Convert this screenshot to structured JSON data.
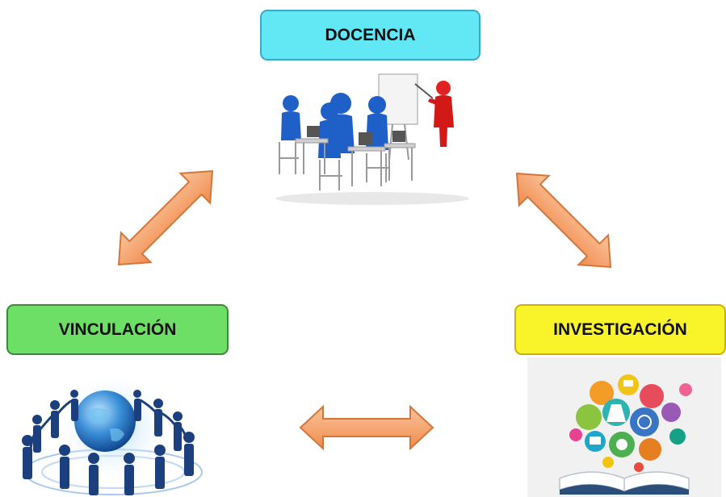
{
  "nodes": {
    "docencia": {
      "label": "DOCENCIA",
      "color": "#62e8f4",
      "icon": "classroom-teacher-illustration"
    },
    "vinculacion": {
      "label": "VINCULACIÓN",
      "color": "#6edf66",
      "icon": "people-around-globe-illustration"
    },
    "investigacion": {
      "label": "INVESTIGACIÓN",
      "color": "#f9f32a",
      "icon": "science-book-illustration"
    }
  },
  "arrows": {
    "color": "#f5a36b",
    "stroke": "#d2763a",
    "links": [
      {
        "from": "docencia",
        "to": "vinculacion",
        "direction": "bidirectional"
      },
      {
        "from": "docencia",
        "to": "investigacion",
        "direction": "bidirectional"
      },
      {
        "from": "vinculacion",
        "to": "investigacion",
        "direction": "bidirectional"
      }
    ]
  }
}
